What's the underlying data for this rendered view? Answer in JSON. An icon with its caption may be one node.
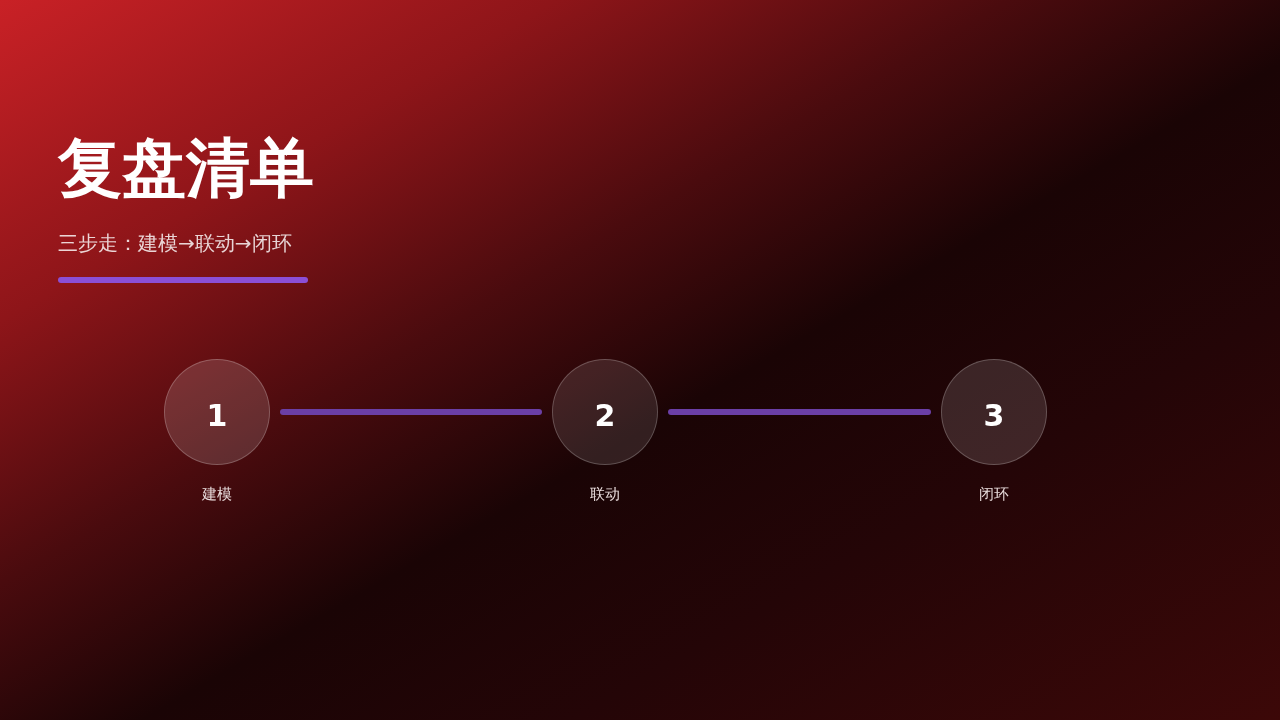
{
  "diagram": {
    "title": "复盘清单",
    "nodes": [
      {
        "text": [
          "1"
        ],
        "beside": [
          "建模"
        ]
      },
      {
        "text": [
          "2"
        ],
        "beside": [
          "联动"
        ]
      },
      {
        "text": [
          "3"
        ],
        "beside": [
          "闭环"
        ]
      }
    ],
    "edges": [
      {
        "from": 0,
        "to": 1,
        "arrow": "none"
      },
      {
        "from": 1,
        "to": 2,
        "arrow": "none"
      }
    ],
    "labels": [
      "三步走：建模→联动→闭环"
    ]
  }
}
